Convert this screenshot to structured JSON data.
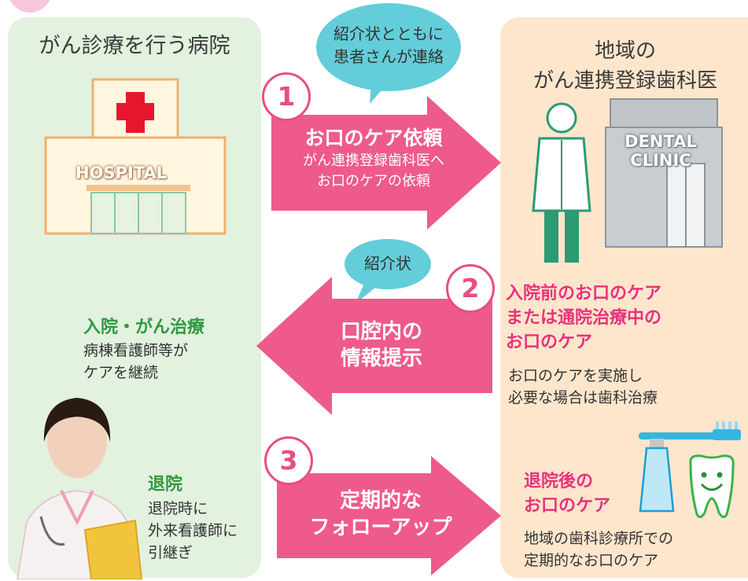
{
  "left_panel": {
    "title": "がん診療を行う病院",
    "hospital_label": "HOSPITAL",
    "inpatient": {
      "heading": "入院・がん治療",
      "lines": [
        "病棟看護師等が",
        "ケアを継続"
      ]
    },
    "discharge": {
      "heading": "退院",
      "lines": [
        "退院時に",
        "外来看護師に",
        "引継ぎ"
      ]
    }
  },
  "right_panel": {
    "title_lines": [
      "地域の",
      "がん連携登録歯科医"
    ],
    "clinic_sign_lines": [
      "DENTAL",
      "CLINIC"
    ],
    "pre_care": {
      "heading_lines": [
        "入院前のお口のケア",
        "または通院治療中の",
        "お口のケア"
      ],
      "body_lines": [
        "お口のケアを実施し",
        "必要な場合は歯科治療"
      ]
    },
    "post_care": {
      "heading_lines": [
        "退院後の",
        "お口のケア"
      ],
      "body_lines": [
        "地域の歯科診療所での",
        "定期的なお口のケア"
      ]
    }
  },
  "steps": [
    {
      "number": "1",
      "bubble_lines": [
        "紹介状とともに",
        "患者さんが連絡"
      ],
      "heading": "お口のケア依頼",
      "sub_lines": [
        "がん連携登録歯科医へ",
        "お口のケアの依頼"
      ]
    },
    {
      "number": "2",
      "bubble_lines": [
        "紹介状"
      ],
      "lines": [
        "口腔内の",
        "情報提示"
      ]
    },
    {
      "number": "3",
      "lines": [
        "定期的な",
        "フォローアップ"
      ]
    }
  ],
  "colors": {
    "arrow_pink": "#ee5a8a",
    "step_border": "#e84e7f",
    "bubble_blue": "#63cdd9",
    "left_panel_bg": "#e3f1df",
    "right_panel_bg": "#fde6cc",
    "green_heading": "#2e9a3e",
    "pink_heading": "#e8327c"
  }
}
